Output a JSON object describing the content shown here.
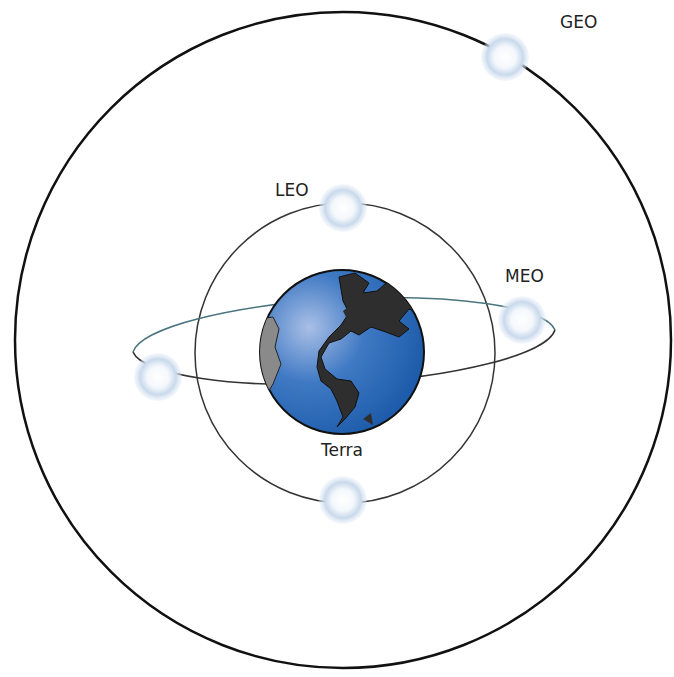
{
  "diagram": {
    "nodes": [
      {
        "text": [
          "Terra"
        ]
      }
    ],
    "labels": [
      "GEO",
      "LEO",
      "MEO"
    ]
  }
}
